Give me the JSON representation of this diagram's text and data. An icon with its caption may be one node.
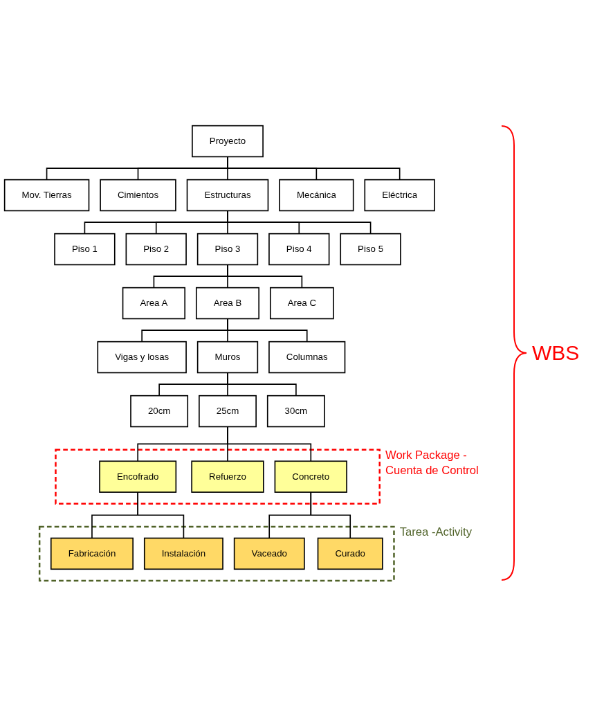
{
  "diagram": {
    "nodes": [
      {
        "text": [
          "Proyecto"
        ]
      },
      {
        "text": [
          "Mov. Tierras"
        ]
      },
      {
        "text": [
          "Cimientos"
        ]
      },
      {
        "text": [
          "Estructuras"
        ]
      },
      {
        "text": [
          "Mecánica"
        ]
      },
      {
        "text": [
          "Eléctrica"
        ]
      },
      {
        "text": [
          "Piso 1"
        ]
      },
      {
        "text": [
          "Piso 2"
        ]
      },
      {
        "text": [
          "Piso 3"
        ]
      },
      {
        "text": [
          "Piso 4"
        ]
      },
      {
        "text": [
          "Piso 5"
        ]
      },
      {
        "text": [
          "Area A"
        ]
      },
      {
        "text": [
          "Area B"
        ]
      },
      {
        "text": [
          "Area C"
        ]
      },
      {
        "text": [
          "Vigas y losas"
        ]
      },
      {
        "text": [
          "Muros"
        ]
      },
      {
        "text": [
          "Columnas"
        ]
      },
      {
        "text": [
          "20cm"
        ]
      },
      {
        "text": [
          "25cm"
        ]
      },
      {
        "text": [
          "30cm"
        ]
      },
      {
        "text": [
          "Work Package -Cuenta de Control"
        ]
      },
      {
        "text": [
          "Encofrado"
        ],
        "in": 20
      },
      {
        "text": [
          "Refuerzo"
        ],
        "in": 20
      },
      {
        "text": [
          "Concreto"
        ],
        "in": 20
      },
      {
        "text": [
          "Tarea -Activity"
        ]
      },
      {
        "text": [
          "Fabricación"
        ],
        "in": 24
      },
      {
        "text": [
          "Instalación"
        ],
        "in": 24
      },
      {
        "text": [
          "Vaceado"
        ],
        "in": 24
      },
      {
        "text": [
          "Curado"
        ],
        "in": 24
      }
    ],
    "edges": [
      {
        "from": 0,
        "to": 1,
        "arrow": "none"
      },
      {
        "from": 0,
        "to": 2,
        "arrow": "none"
      },
      {
        "from": 0,
        "to": 3,
        "arrow": "none"
      },
      {
        "from": 0,
        "to": 4,
        "arrow": "none"
      },
      {
        "from": 0,
        "to": 5,
        "arrow": "none"
      },
      {
        "from": 3,
        "to": 6,
        "arrow": "none"
      },
      {
        "from": 3,
        "to": 7,
        "arrow": "none"
      },
      {
        "from": 3,
        "to": 8,
        "arrow": "none"
      },
      {
        "from": 3,
        "to": 9,
        "arrow": "none"
      },
      {
        "from": 3,
        "to": 10,
        "arrow": "none"
      },
      {
        "from": 8,
        "to": 11,
        "arrow": "none"
      },
      {
        "from": 8,
        "to": 12,
        "arrow": "none"
      },
      {
        "from": 8,
        "to": 13,
        "arrow": "none"
      },
      {
        "from": 12,
        "to": 14,
        "arrow": "none"
      },
      {
        "from": 12,
        "to": 15,
        "arrow": "none"
      },
      {
        "from": 12,
        "to": 16,
        "arrow": "none"
      },
      {
        "from": 15,
        "to": 17,
        "arrow": "none"
      },
      {
        "from": 15,
        "to": 18,
        "arrow": "none"
      },
      {
        "from": 15,
        "to": 19,
        "arrow": "none"
      },
      {
        "from": 18,
        "to": 21,
        "arrow": "none"
      },
      {
        "from": 18,
        "to": 22,
        "arrow": "none"
      },
      {
        "from": 18,
        "to": 23,
        "arrow": "none"
      },
      {
        "from": 21,
        "to": 25,
        "arrow": "none"
      },
      {
        "from": 21,
        "to": 26,
        "arrow": "none"
      },
      {
        "from": 23,
        "to": 27,
        "arrow": "none"
      },
      {
        "from": 23,
        "to": 28,
        "arrow": "none"
      }
    ],
    "labels": [
      "WBS"
    ]
  }
}
